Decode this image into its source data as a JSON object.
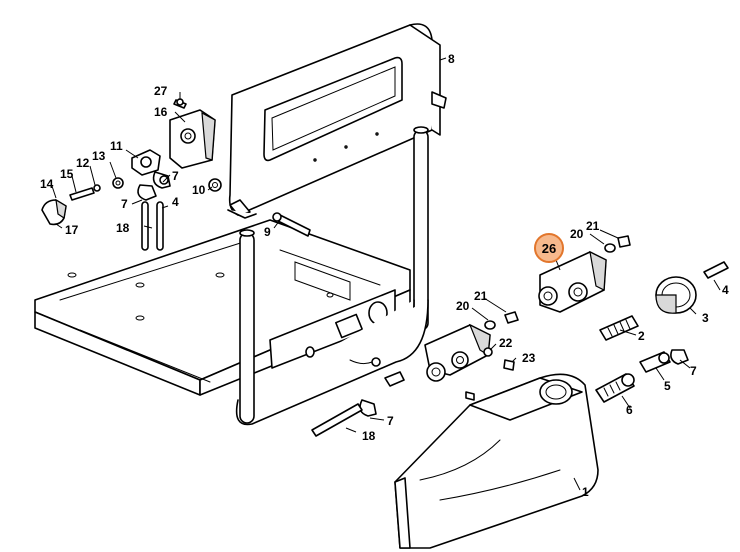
{
  "diagram": {
    "highlight": {
      "label": "26",
      "color": "#e2762c",
      "fill": "#f6b98d"
    },
    "labels": [
      "27",
      "16",
      "11",
      "12",
      "13",
      "15",
      "14",
      "17",
      "7",
      "18",
      "4",
      "10",
      "9",
      "8",
      "21",
      "20",
      "3",
      "2",
      "22",
      "23",
      "5",
      "6",
      "1"
    ]
  }
}
